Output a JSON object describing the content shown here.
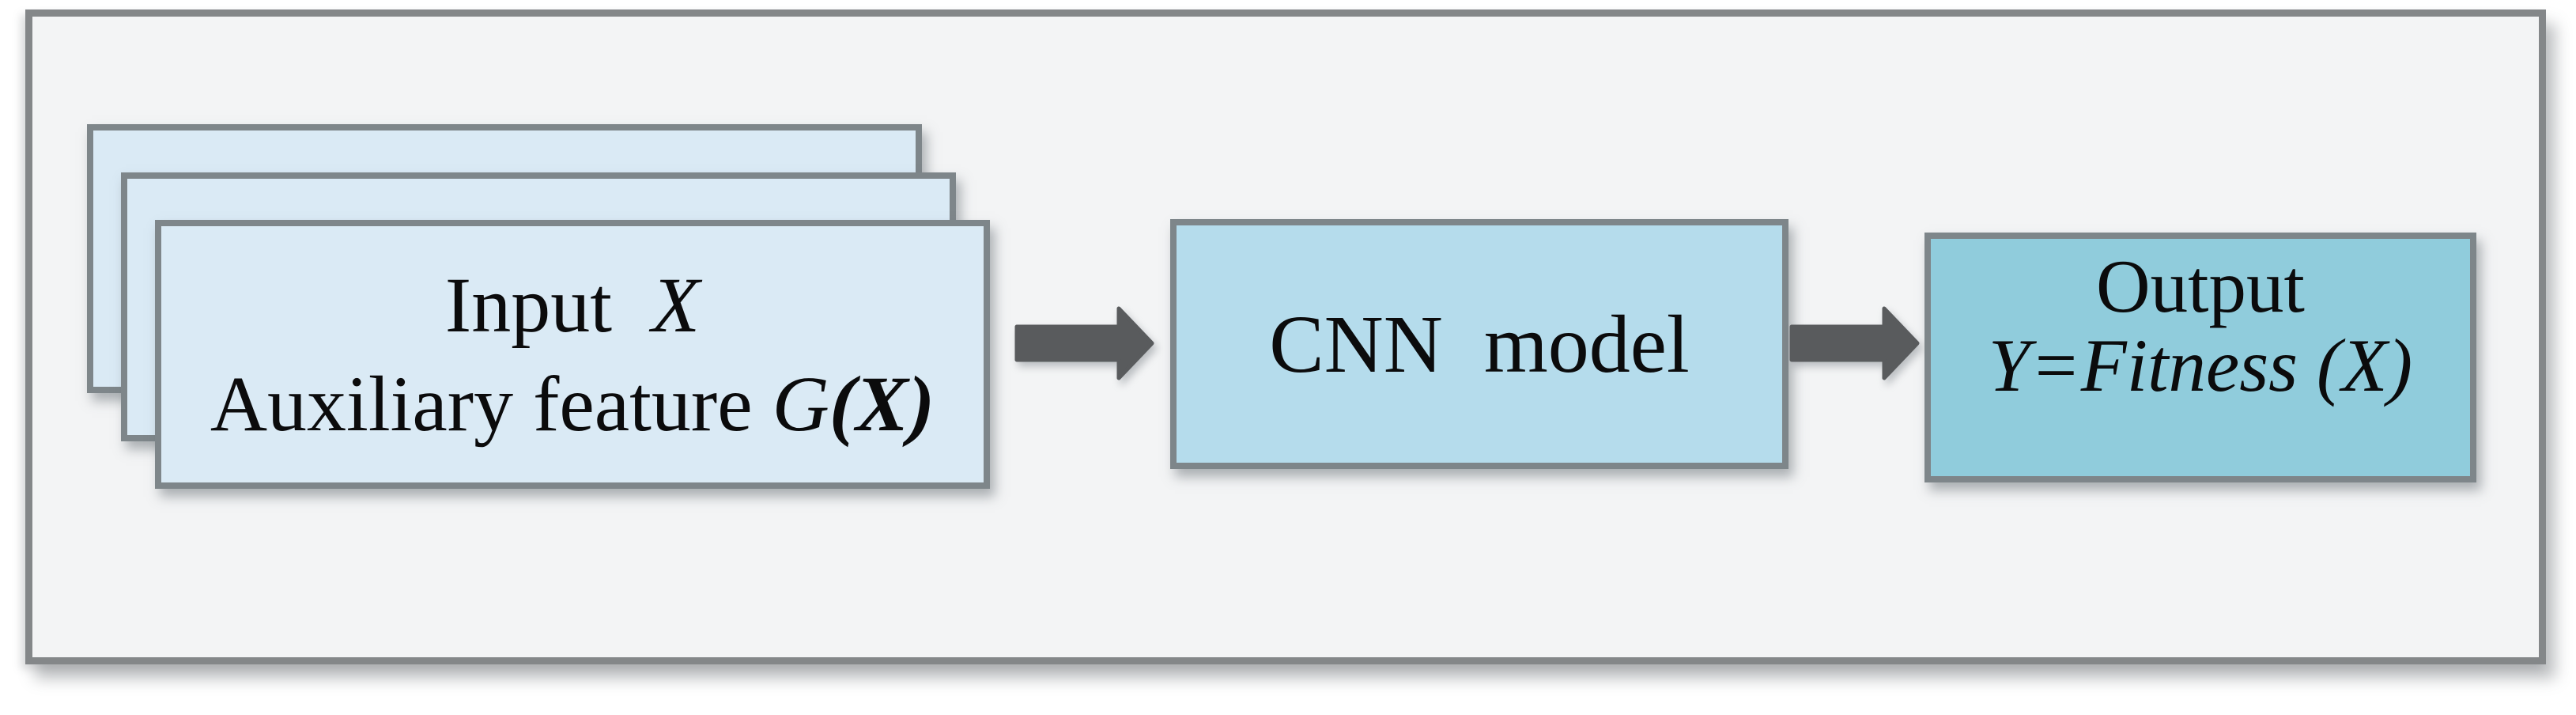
{
  "colors": {
    "page_bg": "#ffffff",
    "frame_bg": "#f3f4f5",
    "frame_border": "#848789",
    "card_fill": "#daeaf5",
    "cnn_fill": "#b5dcec",
    "output_fill": "#90ccdc",
    "box_border": "#7e868a",
    "arrow": "#595b5d",
    "text": "#0b0b0c"
  },
  "diagram": {
    "type": "flow-left-to-right",
    "arrows": [
      {
        "from": "input-stack",
        "to": "cnn-box"
      },
      {
        "from": "cnn-box",
        "to": "output-box"
      }
    ]
  },
  "input_stack": {
    "stack_count": 3,
    "line1": [
      {
        "text": "Input  "
      },
      {
        "text": "X",
        "emph": "italic"
      }
    ],
    "line2": [
      {
        "text": "Auxiliary feature "
      },
      {
        "text": "G",
        "emph": "italic"
      },
      {
        "text": "(X)",
        "emph": "bold-italic"
      }
    ]
  },
  "cnn_box": {
    "label": "CNN  model"
  },
  "output_box": {
    "line1": "Output",
    "line2": "Y=Fitness (X)"
  }
}
